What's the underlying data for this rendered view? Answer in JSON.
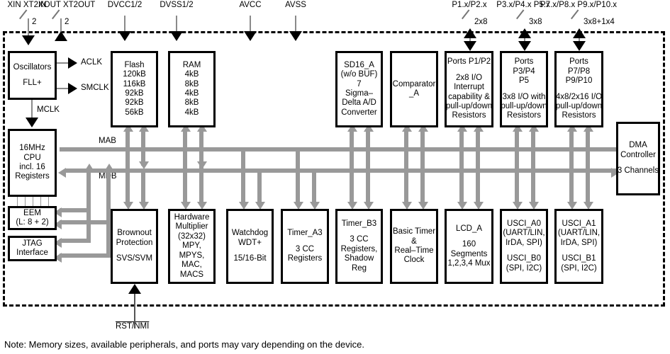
{
  "diagram": {
    "title": "MSP430 device functional block diagram",
    "note": "Note: Memory sizes, available peripherals, and ports may vary depending on the device.",
    "colors": {
      "bus": "#999999",
      "outline": "#000000",
      "background": "#ffffff"
    }
  },
  "pins": [
    {
      "id": "xin",
      "line1": "XIN",
      "line2": "XT2IN",
      "width": "2",
      "dir": "in"
    },
    {
      "id": "xout",
      "line1": "XOUT",
      "line2": "XT2OUT",
      "width": "2",
      "dir": "out"
    },
    {
      "id": "dvcc",
      "line1": "DVCC1/2",
      "line2": "",
      "width": "",
      "dir": "in"
    },
    {
      "id": "dvss",
      "line1": "DVSS1/2",
      "line2": "",
      "width": "",
      "dir": "in"
    },
    {
      "id": "avcc",
      "line1": "AVCC",
      "line2": "",
      "width": "",
      "dir": "in"
    },
    {
      "id": "avss",
      "line1": "AVSS",
      "line2": "",
      "width": "",
      "dir": "in"
    },
    {
      "id": "p1p2",
      "line1": "P1.x/P2.x",
      "line2": "",
      "width": "2x8",
      "dir": "bidir"
    },
    {
      "id": "p3p5",
      "line1": "P3.x/P4.x",
      "line2": "P5.x",
      "width": "3x8",
      "dir": "bidir"
    },
    {
      "id": "p7p10",
      "line1": "P7.x/P8.x",
      "line2": "P9.x/P10.x",
      "width": "3x8+1x4",
      "dir": "bidir"
    }
  ],
  "signals": {
    "aclk": "ACLK",
    "smclk": "SMCLK",
    "mclk": "MCLK",
    "mab": "MAB",
    "mdb": "MDB",
    "rst_nmi": "RST/NMI"
  },
  "blocks": {
    "oscillators": {
      "lines": [
        "Oscillators",
        "",
        "FLL+"
      ]
    },
    "cpu": {
      "lines": [
        "16MHz",
        "CPU",
        "incl. 16",
        "Registers"
      ]
    },
    "eem": {
      "lines": [
        "EEM",
        "(L: 8 + 2)"
      ]
    },
    "jtag": {
      "lines": [
        "JTAG",
        "Interface"
      ]
    },
    "flash": {
      "lines": [
        "Flash",
        "120kB",
        "116kB",
        "92kB",
        "92kB",
        "56kB"
      ]
    },
    "ram": {
      "lines": [
        "RAM",
        "4kB",
        "8kB",
        "4kB",
        "8kB",
        "4kB"
      ]
    },
    "sd16a": {
      "lines": [
        "SD16_A",
        "(w/o BUF)",
        "7",
        "Sigma–",
        "Delta A/D",
        "Converter"
      ]
    },
    "comparator": {
      "lines": [
        "Comparator",
        "_A"
      ]
    },
    "ports_p1p2": {
      "lines": [
        "Ports P1/P2",
        "",
        "2x8 I/O",
        "Interrupt",
        "capability &",
        "pull-up/down",
        "Resistors"
      ]
    },
    "ports_p3p5": {
      "lines": [
        "Ports",
        "P3/P4",
        "P5",
        "",
        "3x8 I/O with",
        "pull-up/down",
        "Resistors"
      ]
    },
    "ports_p7p10": {
      "lines": [
        "Ports",
        "P7/P8",
        "P9/P10",
        "",
        "4x8/2x16 I/O",
        "pull-up/down",
        "Resistors"
      ]
    },
    "dma": {
      "lines": [
        "DMA",
        "Controller",
        "",
        "3 Channels"
      ]
    },
    "brownout": {
      "lines": [
        "Brownout",
        "Protection",
        "",
        "SVS/SVM"
      ]
    },
    "hwmult": {
      "lines": [
        "Hardware",
        "Multiplier",
        "(32x32)",
        "MPY,",
        "MPYS,",
        "MAC,",
        "MACS"
      ]
    },
    "wdt": {
      "lines": [
        "Watchdog",
        "WDT+",
        "",
        "15/16-Bit"
      ]
    },
    "timer_a3": {
      "lines": [
        "Timer_A3",
        "",
        "3 CC",
        "Registers"
      ]
    },
    "timer_b3": {
      "lines": [
        "Timer_B3",
        "",
        "3 CC",
        "Registers,",
        "Shadow",
        "Reg"
      ]
    },
    "basic_timer": {
      "lines": [
        "Basic Timer",
        "&",
        "Real–Time",
        "Clock"
      ]
    },
    "lcd_a": {
      "lines": [
        "LCD_A",
        "",
        "160",
        "Segments",
        "1,2,3,4 Mux"
      ]
    },
    "usci0": {
      "lines": [
        "USCI_A0",
        "(UART/LIN,",
        "IrDA, SPI)",
        "",
        "USCI_B0",
        "(SPI, I2C)"
      ]
    },
    "usci1": {
      "lines": [
        "USCI_A1",
        "(UART/LIN,",
        "IrDA, SPI)",
        "",
        "USCI_B1",
        "(SPI, I2C)"
      ]
    }
  }
}
